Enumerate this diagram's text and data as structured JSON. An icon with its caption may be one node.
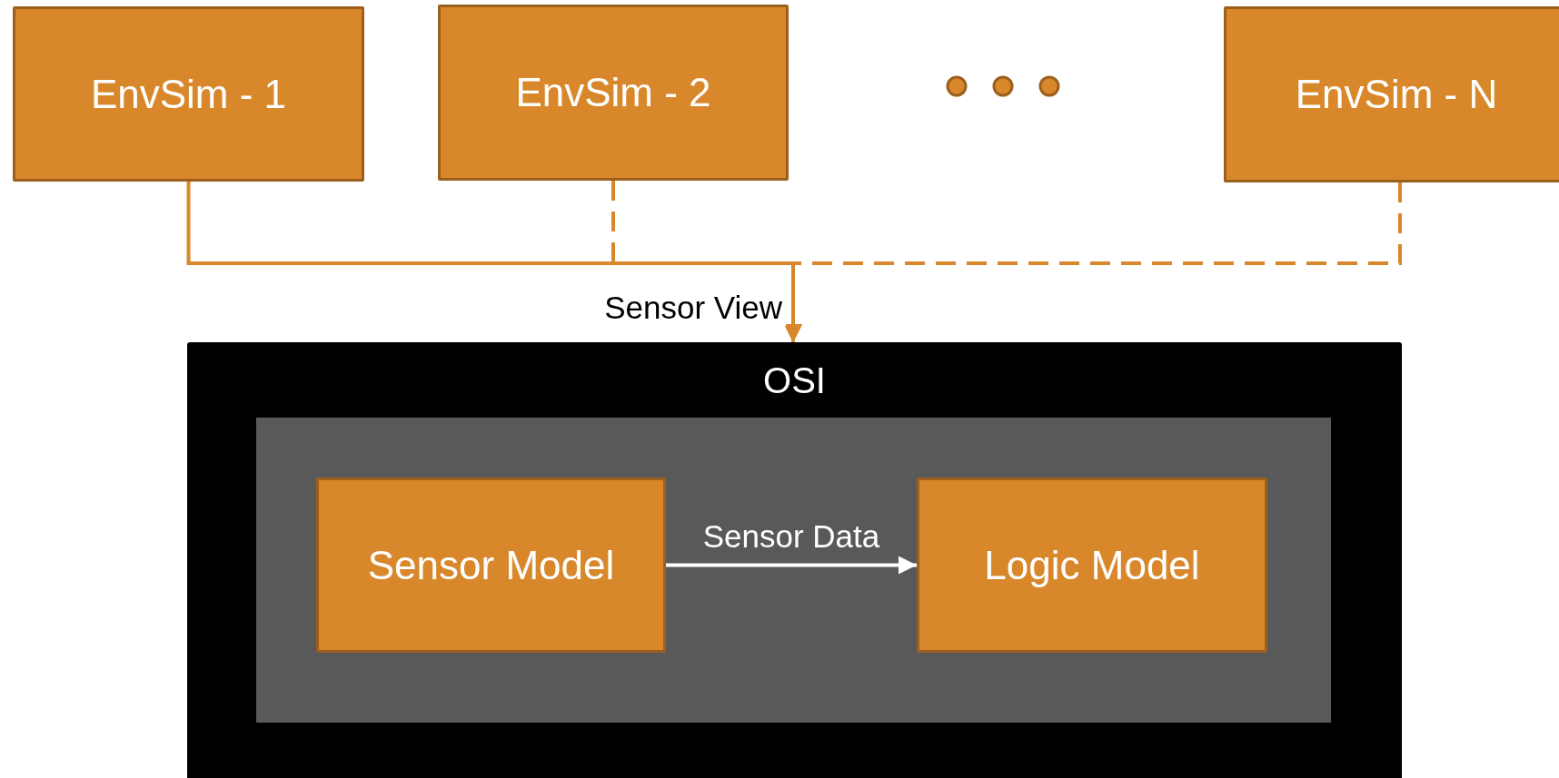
{
  "diagram": {
    "nodes": [
      {
        "text": [
          "EnvSim - 1"
        ]
      },
      {
        "text": [
          "EnvSim - 2"
        ]
      },
      {
        "text": [
          "EnvSim - N"
        ]
      },
      {
        "text": [
          "OSI"
        ]
      },
      {
        "text": [],
        "shape": "box",
        "in": 3
      },
      {
        "text": [
          "Sensor Model"
        ],
        "in": 4
      },
      {
        "text": [
          "Logic Model"
        ],
        "in": 4
      }
    ],
    "edges": [
      {
        "from": 0,
        "to": 3,
        "arrow": "to",
        "label": "Sensor View"
      },
      {
        "from": 1,
        "to": 3,
        "arrow": "to",
        "style": "dashed"
      },
      {
        "from": 2,
        "to": 3,
        "arrow": "to",
        "style": "dashed"
      },
      {
        "from": 5,
        "to": 6,
        "arrow": "to",
        "label": "Sensor Data",
        "color": "#ffffff"
      }
    ]
  }
}
